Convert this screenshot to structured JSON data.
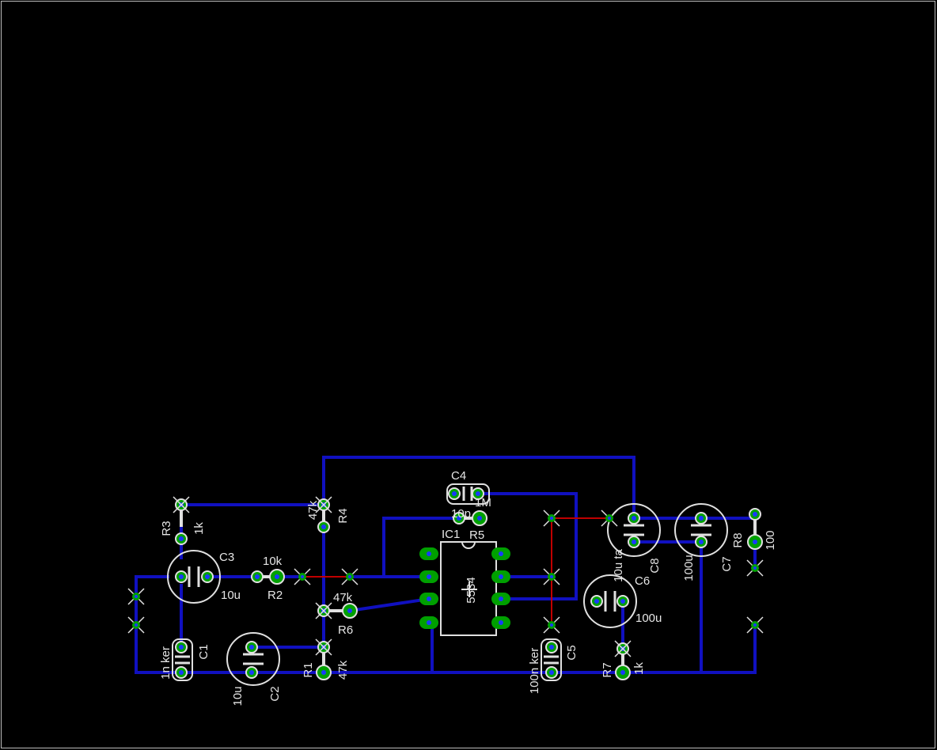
{
  "board": {
    "colors": {
      "background": "#000000",
      "trace_bottom": "#1010c0",
      "trace_top": "#c00000",
      "pad": "#00a000",
      "via": "#00a000",
      "drill": "#1a3aff",
      "silk": "#e0e0e0",
      "frame": "#bdbdbd"
    },
    "labels": {
      "c4": "C4",
      "r5": "R5",
      "r5_value": "1M",
      "c4_value": "10p",
      "ic1": "IC1",
      "ic1_value": "5534",
      "r4": "R4",
      "r4_value": "47k",
      "r3": "R3",
      "r3_value": "1k",
      "c3": "C3",
      "c3_value": "10u",
      "r2": "R2",
      "r2_value": "10k",
      "r6": "R6",
      "r6_value": "47k",
      "r1": "R1",
      "r1_value": "47k",
      "c1": "C1",
      "c1_value": "1n ker",
      "c2": "C2",
      "c2_value": "10u",
      "c5": "C5",
      "c5_value": "100n ker",
      "r7": "R7",
      "r7_value": "1k",
      "c6": "C6",
      "c6_value": "100u",
      "c8": "C8",
      "c8_value": "10u ta",
      "c7": "C7",
      "c7_value": "100u",
      "r8": "R8",
      "r8_value": "100"
    }
  }
}
